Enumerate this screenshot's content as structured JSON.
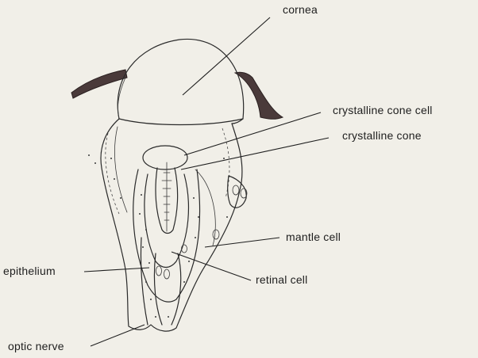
{
  "labels": {
    "cornea": "cornea",
    "crystalline_cone_cell": "crystalline cone cell",
    "crystalline_cone": "crystalline cone",
    "mantle_cell": "mantle cell",
    "epithelium": "epithelium",
    "retinal_cell": "retinal cell",
    "optic_nerve": "optic nerve"
  },
  "colors": {
    "background": "#f1efe8",
    "ink": "#1e1e1e",
    "pigment": "#4a3a3a"
  }
}
